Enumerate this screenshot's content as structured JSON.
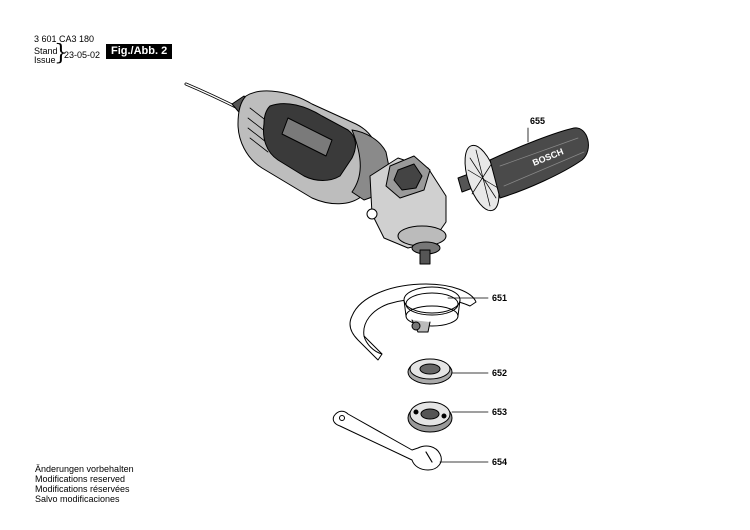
{
  "header": {
    "doc_number": "3 601 CA3 180",
    "stand_label": "Stand",
    "issue_label": "Issue",
    "issue_date": "23-05-02",
    "figure_badge": "Fig./Abb. 2"
  },
  "handle_brand": "BOSCH",
  "parts": {
    "handle": "655",
    "guard": "651",
    "mounting_flange": "652",
    "clamping_nut": "653",
    "spanner": "654"
  },
  "footer": {
    "lines": [
      "Änderungen vorbehalten",
      "Modifications reserved",
      "Modifications réservées",
      "Salvo modificaciones"
    ]
  },
  "colors": {
    "line": "#000000",
    "fill_light": "#ffffff",
    "fill_gray": "#9a9a9a",
    "fill_dark": "#3a3a3a"
  }
}
